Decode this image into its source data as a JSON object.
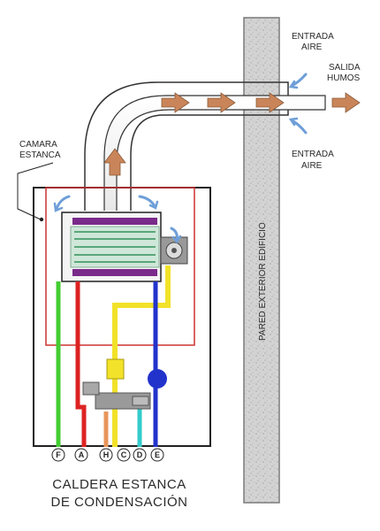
{
  "labels": {
    "air_in_top_1": "ENTRADA",
    "air_in_top_2": "AIRE",
    "exhaust_1": "SALIDA",
    "exhaust_2": "HUMOS",
    "air_in_bottom_1": "ENTRADA",
    "air_in_bottom_2": "AIRE",
    "chamber_1": "CAMARA",
    "chamber_2": "ESTANCA",
    "wall": "PARED EXTERIOR EDIFICIO",
    "title_1": "CALDERA ESTANCA",
    "title_2": "DE CONDENSACIÓN"
  },
  "connectors": [
    "F",
    "A",
    "H",
    "C",
    "D",
    "E"
  ],
  "colors": {
    "outer_box": "#222222",
    "chamber_box": "#cc3333",
    "green_pipe": "#44cc33",
    "red_pipe": "#dd2222",
    "yellow_pipe": "#f2e22a",
    "blue_pipe": "#2233cc",
    "cyan_pipe": "#33cccc",
    "orange_pipe": "#e8955a",
    "flow_arrow": "#c98559",
    "air_arrow": "#6f9fd8",
    "wall": "#d4d4d4",
    "heat_exchanger_purple": "#7a2a8a",
    "heat_exchanger_fins": "#8fc9a8"
  }
}
